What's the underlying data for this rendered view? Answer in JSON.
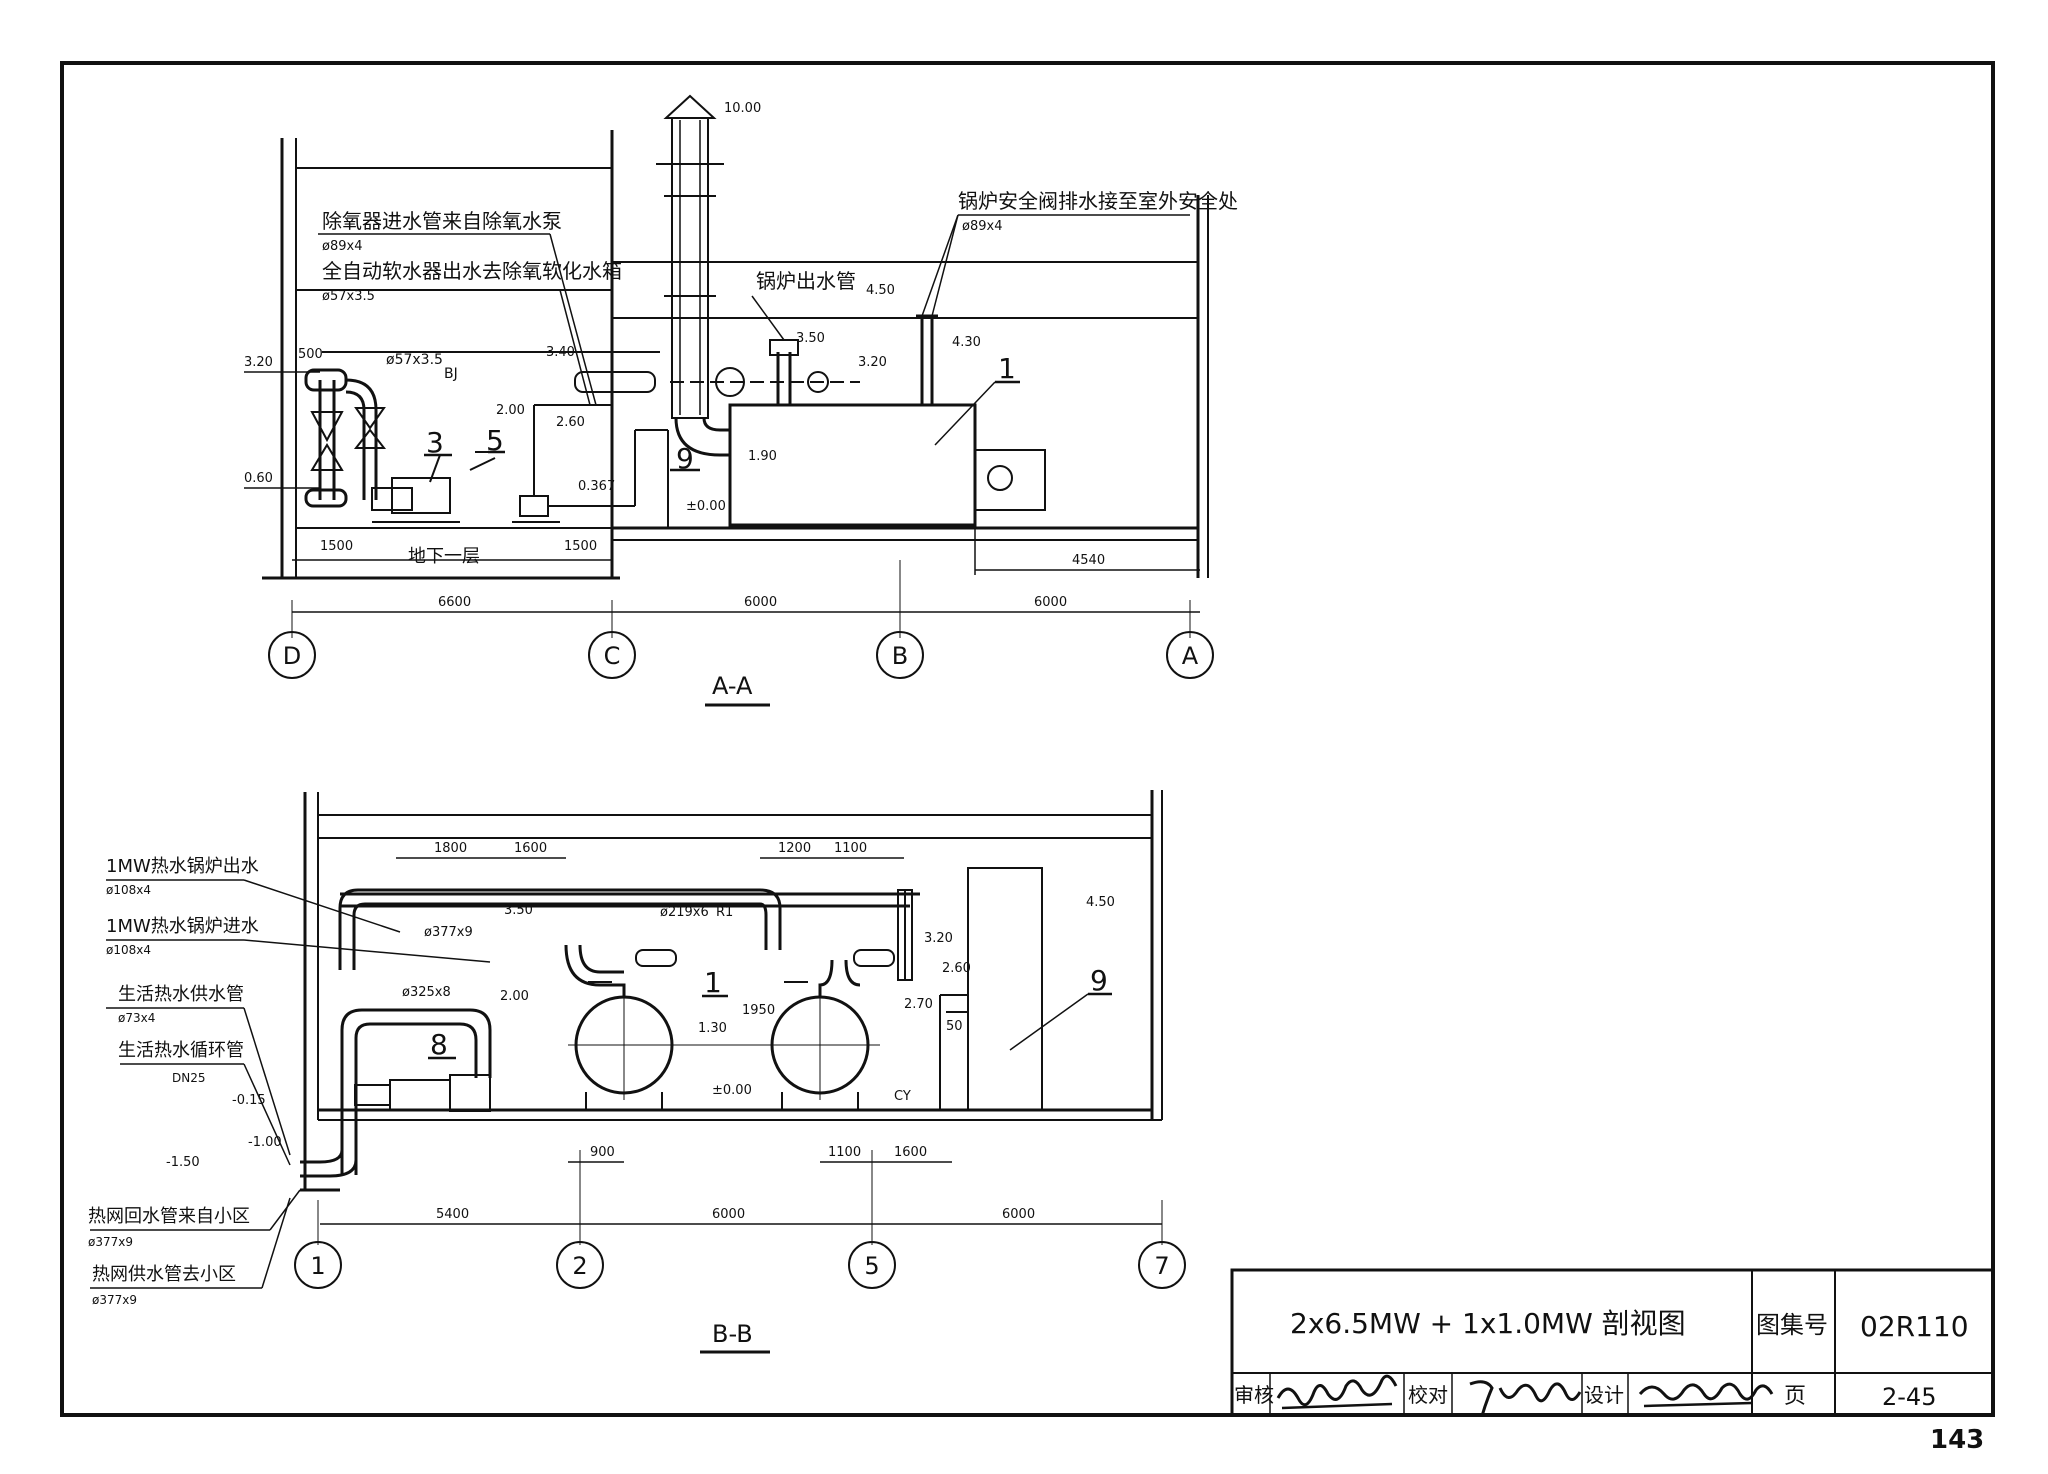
{
  "section_aa": {
    "title": "A-A",
    "elevations": [
      "10.00",
      "4.50",
      "4.30",
      "3.50",
      "3.40",
      "3.20",
      "3.20",
      "2.60",
      "2.00",
      "1.90",
      "0.60",
      "0.367",
      "±0.00"
    ],
    "labels": {
      "deaerator_inlet": "除氧器进水管来自除氧水泵",
      "deaerator_inlet_size": "ø89x4",
      "softener_outlet": "全自动软水器出水去除氧软化水箱",
      "softener_outlet_size": "ø57x3.5",
      "safety_valve_drain": "锅炉安全阀排水接至室外安全处",
      "safety_valve_drain_size": "ø89x4",
      "boiler_outlet": "锅炉出水管",
      "pipe_bj_size": "ø57x3.5",
      "pipe_bj": "BJ",
      "basement": "地下一层"
    },
    "dims": [
      "500",
      "1500",
      "1500",
      "4540"
    ],
    "grid_dims": [
      "6600",
      "6000",
      "6000"
    ],
    "axes": [
      "D",
      "C",
      "B",
      "A"
    ],
    "items": [
      "1",
      "3",
      "5",
      "9"
    ]
  },
  "section_bb": {
    "title": "B-B",
    "labels": {
      "boiler_out_1mw": "1MW热水锅炉出水",
      "boiler_out_1mw_size": "ø108x4",
      "boiler_in_1mw": "1MW热水锅炉进水",
      "boiler_in_1mw_size": "ø108x4",
      "dhw_supply": "生活热水供水管",
      "dhw_supply_size": "ø73x4",
      "dhw_circ": "生活热水循环管",
      "dhw_circ_size": "DN25",
      "net_return": "热网回水管来自小区",
      "net_return_size": "ø377x9",
      "net_supply": "热网供水管去小区",
      "net_supply_size": "ø377x9",
      "pipe_377": "ø377x9",
      "pipe_219": "ø219x6",
      "pipe_r1": "R1",
      "pipe_325": "ø325x8",
      "cy": "CY"
    },
    "elevations": [
      "4.50",
      "3.50",
      "3.20",
      "2.70",
      "2.60",
      "2.00",
      "1.30",
      "±0.00",
      "-0.15",
      "-1.00",
      "-1.50"
    ],
    "dims_top": [
      "1800",
      "1600",
      "1200",
      "1100"
    ],
    "dims_mid": [
      "1950",
      "900",
      "1100",
      "1600",
      "50"
    ],
    "grid_dims": [
      "5400",
      "6000",
      "6000"
    ],
    "axes": [
      "1",
      "2",
      "5",
      "7"
    ],
    "items": [
      "1",
      "8",
      "9"
    ]
  },
  "title_block": {
    "drawing_title": "2x6.5MW + 1x1.0MW 剖视图",
    "atlas_label": "图集号",
    "atlas_no": "02R110",
    "review": "审核",
    "check": "校对",
    "design": "设计",
    "page_label": "页",
    "page_no": "2-45",
    "sig_review": "",
    "sig_check": "",
    "sig_design": ""
  },
  "sheet_no": "143"
}
